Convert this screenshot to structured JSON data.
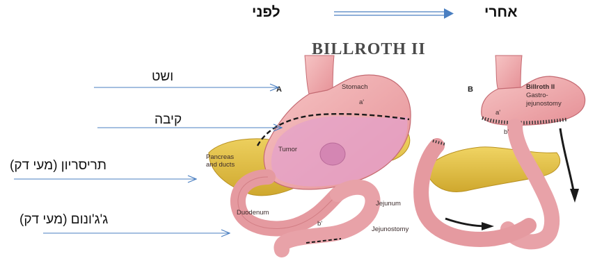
{
  "header": {
    "before_label": "לפני",
    "after_label": "אחרי"
  },
  "figure": {
    "title": "BILLROTH II",
    "panel_a": {
      "letter": "A",
      "labels": {
        "stomach": "Stomach",
        "a_prime": "a'",
        "tumor": "Tumor",
        "pancreas_1": "Pancreas",
        "pancreas_2": "and ducts",
        "duodenum": "Duodenum",
        "jejunum": "Jejunum",
        "b_prime": "b'",
        "jejunostomy": "Jejunostomy"
      }
    },
    "panel_b": {
      "letter": "B",
      "labels": {
        "billroth_1": "Billroth II",
        "billroth_2": "Gastro-",
        "billroth_3": "jejunostomy",
        "a_prime": "a'",
        "b_prime": "b'"
      }
    }
  },
  "annotations": [
    {
      "label": "ושט"
    },
    {
      "label": "קיבה"
    },
    {
      "label": "תריסריון (מעי דק)"
    },
    {
      "label": "ג'ג'ונום (מעי דק)"
    }
  ],
  "colors": {
    "arrow_blue": "#4a7fc1",
    "tissue_pink": "#f0a8a8",
    "tumor_pink": "#e3a0c8",
    "pancreas_yellow": "#e8c64a"
  }
}
